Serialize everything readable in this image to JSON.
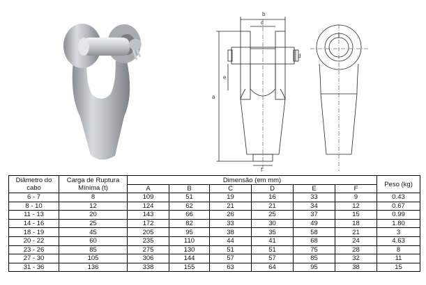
{
  "drawing": {
    "labels": {
      "b": "b",
      "c": "c",
      "d": "d",
      "e": "e",
      "a": "a",
      "f": "f"
    }
  },
  "table": {
    "headers": {
      "diametro": "Diâmetro do cabo",
      "carga": "Carga de Ruptura Mínima (t)",
      "dimensao": "Dimensão (em mm)",
      "peso": "Peso (kg)",
      "sub": [
        "A",
        "B",
        "C",
        "D",
        "E",
        "F"
      ]
    },
    "rows": [
      [
        "6 - 7",
        "8",
        "109",
        "51",
        "19",
        "16",
        "33",
        "9",
        "0.43"
      ],
      [
        "8 - 10",
        "12",
        "124",
        "62",
        "21",
        "21",
        "34",
        "12",
        "0.67"
      ],
      [
        "11 - 13",
        "20",
        "143",
        "66",
        "26",
        "25",
        "37",
        "15",
        "0.99"
      ],
      [
        "14 - 16",
        "25",
        "172",
        "82",
        "33",
        "30",
        "49",
        "18",
        "1.80"
      ],
      [
        "18 - 19",
        "45",
        "205",
        "95",
        "38",
        "35",
        "58",
        "21",
        "3"
      ],
      [
        "20 - 22",
        "60",
        "235",
        "110",
        "44",
        "41",
        "68",
        "24",
        "4.63"
      ],
      [
        "23 - 26",
        "85",
        "275",
        "130",
        "51",
        "51",
        "75",
        "28",
        "8"
      ],
      [
        "27 - 30",
        "105",
        "306",
        "144",
        "57",
        "57",
        "85",
        "32",
        "11"
      ],
      [
        "31 - 36",
        "136",
        "338",
        "155",
        "63",
        "64",
        "95",
        "38",
        "15"
      ]
    ]
  }
}
